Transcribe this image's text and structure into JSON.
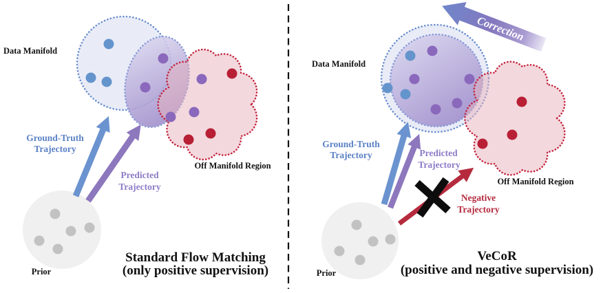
{
  "figure": {
    "type": "comparison-diagram",
    "description": "Flow matching trajectory diagram comparing standard flow matching with VeCoR"
  },
  "colors": {
    "text_black": "#111111",
    "text_blue": "#5b82c4",
    "text_purple": "#8d7cc8",
    "text_red": "#b42a3e",
    "text_white": "#ffffff",
    "arrow_blue": "#6b93cf",
    "arrow_purple": "#8d77bd",
    "arrow_red": "#b52b3d",
    "cross_black": "#0d0d0d",
    "dot_blue": "#6494cc",
    "dot_purple": "#8a68bc",
    "dot_red": "#b81f35",
    "dot_gray": "#c2c2c2",
    "manifold_stroke": "#6b8fcf",
    "ellipse_stroke": "#8a9bd8",
    "cloud_stroke": "#c3243e",
    "divider_black": "#111111"
  },
  "left_panel": {
    "data_manifold_label": "Data Manifold",
    "ground_truth_label_line1": "Ground-Truth",
    "ground_truth_label_line2": "Trajectory",
    "predicted_label_line1": "Predicted",
    "predicted_label_line2": "Trajectory",
    "off_manifold_label": "Off Manifold Region",
    "prior_label": "Prior",
    "title_line1": "Standard Flow Matching",
    "title_line2": "(only positive supervision)"
  },
  "right_panel": {
    "correction_label": "Correction",
    "data_manifold_label": "Data Manifold",
    "ground_truth_label_line1": "Ground-Truth",
    "ground_truth_label_line2": "Trajectory",
    "predicted_label_line1": "Predicted",
    "predicted_label_line2": "Trajectory",
    "negative_label_line1": "Negative",
    "negative_label_line2": "Trajectory",
    "off_manifold_label": "Off Manifold Region",
    "prior_label": "Prior",
    "title_line1": "VeCoR",
    "title_line2": "(positive and negative supervision)"
  }
}
